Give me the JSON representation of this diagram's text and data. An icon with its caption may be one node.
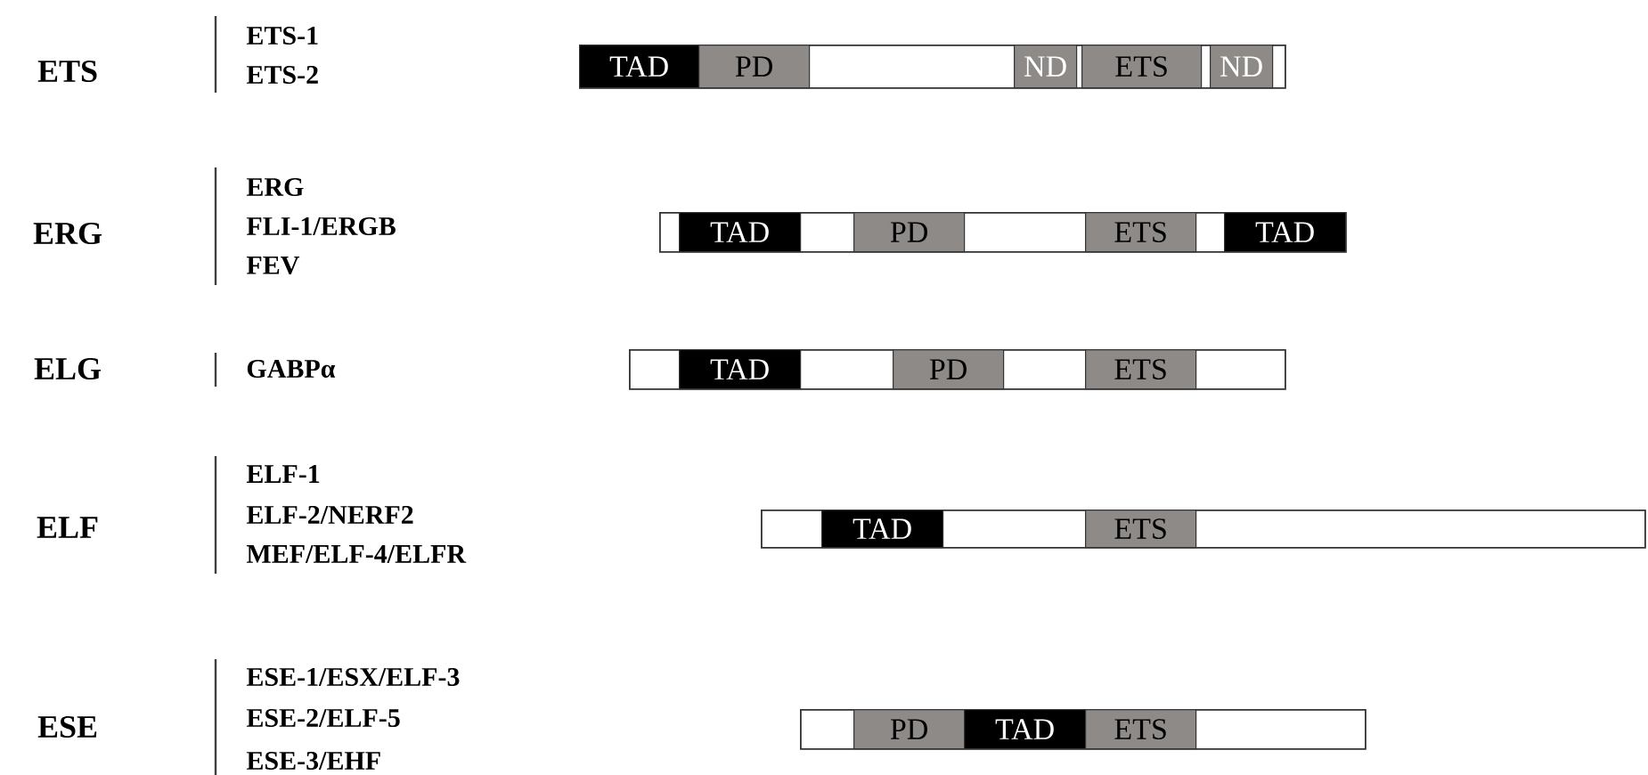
{
  "diagram": {
    "nodes": [
      {
        "text": [],
        "shape": "bar"
      },
      {
        "text": [
          "TAD"
        ],
        "in": 0
      },
      {
        "text": [
          "PD"
        ],
        "in": 0
      },
      {
        "text": [
          "ND"
        ],
        "in": 0
      },
      {
        "text": [
          "ETS"
        ],
        "in": 0
      },
      {
        "text": [
          "ND"
        ],
        "in": 0
      },
      {
        "text": [],
        "shape": "bar"
      },
      {
        "text": [
          "TAD"
        ],
        "in": 6
      },
      {
        "text": [
          "PD"
        ],
        "in": 6
      },
      {
        "text": [
          "ETS"
        ],
        "in": 6
      },
      {
        "text": [
          "TAD"
        ],
        "in": 6
      },
      {
        "text": [],
        "shape": "bar"
      },
      {
        "text": [
          "TAD"
        ],
        "in": 11
      },
      {
        "text": [
          "PD"
        ],
        "in": 11
      },
      {
        "text": [
          "ETS"
        ],
        "in": 11
      },
      {
        "text": [],
        "shape": "bar"
      },
      {
        "text": [
          "TAD"
        ],
        "in": 15
      },
      {
        "text": [
          "ETS"
        ],
        "in": 15
      },
      {
        "text": [],
        "shape": "bar"
      },
      {
        "text": [
          "PD"
        ],
        "in": 18
      },
      {
        "text": [
          "TAD"
        ],
        "in": 18
      },
      {
        "text": [
          "ETS"
        ],
        "in": 18
      }
    ],
    "labels": [
      "ETS",
      "ETS-1",
      "ETS-2",
      "ERG",
      "ERG",
      "FLI-1/ERGB",
      "FEV",
      "ELG",
      "GABPα",
      "ELF",
      "ELF-1",
      "ELF-2/NERF2",
      "MEF/ELF-4/ELFR",
      "ESE",
      "ESE-1/ESX/ELF-3",
      "ESE-2/ELF-5",
      "ESE-3/EHF"
    ]
  }
}
